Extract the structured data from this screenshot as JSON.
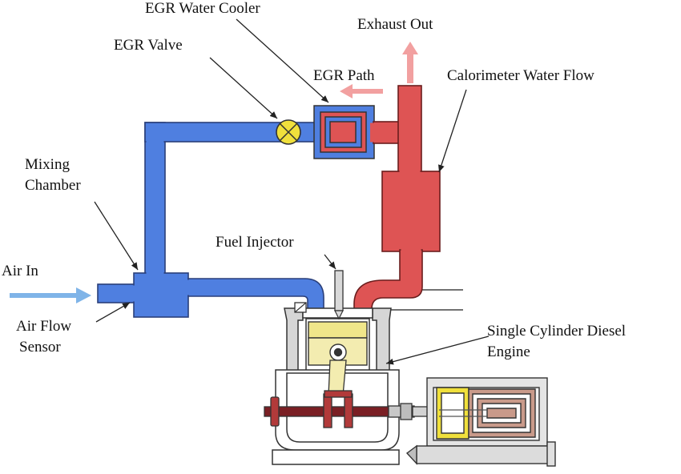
{
  "labels": {
    "egr_water_cooler": "EGR Water Cooler",
    "exhaust_out": "Exhaust Out",
    "egr_valve": "EGR Valve",
    "egr_path": "EGR Path",
    "calorimeter_water_flow": "Calorimeter Water Flow",
    "mixing_chamber_line1": "Mixing",
    "mixing_chamber_line2": "Chamber",
    "fuel_injector": "Fuel Injector",
    "air_in": "Air In",
    "air_flow_sensor_line1": "Air Flow",
    "air_flow_sensor_line2": "Sensor",
    "engine_line1": "Single Cylinder Diesel",
    "engine_line2": "Engine"
  },
  "colors": {
    "intake_blue": "#4f7fe0",
    "exhaust_red": "#de5454",
    "air_arrow": "#7fb4e8",
    "flow_arrow": "#f2a0a0",
    "valve_yellow": "#f0e03c",
    "piston_yellow": "#f3ecb0",
    "crank_red": "#b23a3a",
    "shaft_maroon": "#7a1f24",
    "engine_gray": "#cccccc",
    "outline": "#333333"
  }
}
